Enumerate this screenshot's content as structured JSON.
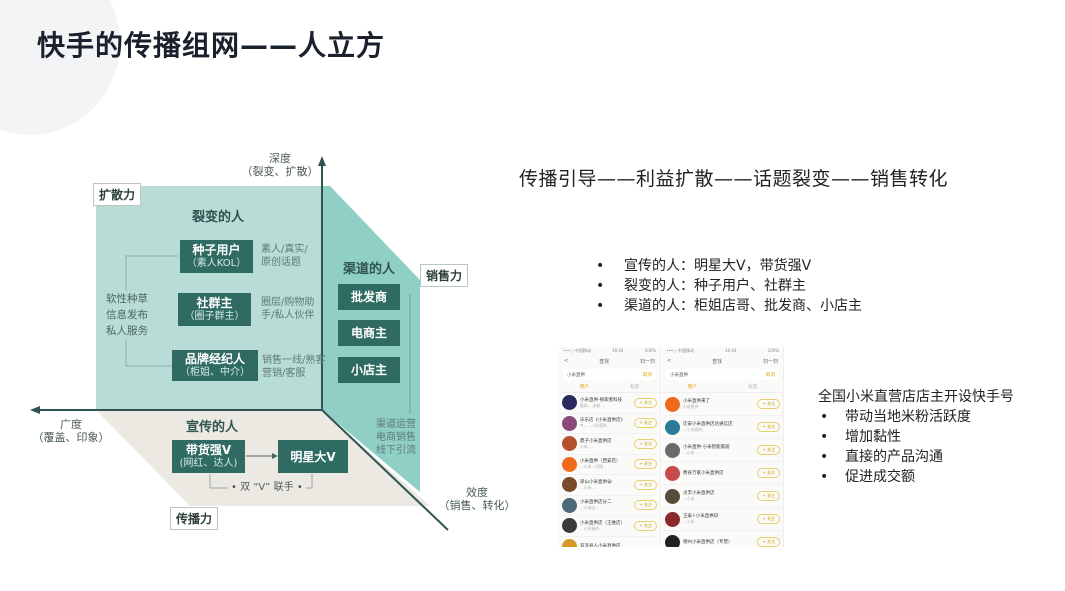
{
  "page": {
    "title": "快手的传播组网——人立方"
  },
  "diagram": {
    "axes": {
      "depth": {
        "name": "深度",
        "sub": "（裂变、扩散）"
      },
      "breadth": {
        "name": "广度",
        "sub": "（覆盖、印象）"
      },
      "efficiency": {
        "name": "效度",
        "sub": "（销售、转化）"
      }
    },
    "tags": {
      "diffusion": "扩散力",
      "sales": "销售力",
      "spread": "传播力"
    },
    "fission": {
      "title": "裂变的人",
      "side_note": [
        "软性种草",
        "信息发布",
        "私人服务"
      ],
      "boxes": [
        {
          "name": "种子用户",
          "sub": "（素人KOL）",
          "note": [
            "素人/真实/",
            "原创话题"
          ]
        },
        {
          "name": "社群主",
          "sub": "（圈子群主）",
          "note": [
            "圈层/购物助",
            "手/私人伙伴"
          ]
        },
        {
          "name": "品牌经纪人",
          "sub": "（柜姐、中介）",
          "note": [
            "销售一线/熟客",
            "营销/客服"
          ]
        }
      ]
    },
    "channel": {
      "title": "渠道的人",
      "boxes": [
        "批发商",
        "电商主",
        "小店主"
      ],
      "note": [
        "渠道运营",
        "电商销售",
        "线下引流"
      ]
    },
    "promotion": {
      "title": "宣传的人",
      "boxes": [
        {
          "name": "带货强V",
          "sub": "(网红、达人)"
        },
        {
          "name": "明星大V",
          "sub": ""
        }
      ],
      "link_label": "• 双 “V” 联手 •"
    },
    "colors": {
      "panel_back": "#b7ddd6",
      "panel_right": "#8fcfc5",
      "panel_floor": "#ece9e2",
      "box": "#2f6b63",
      "axis": "#2f5451"
    }
  },
  "flow": {
    "text": "传播引导——利益扩散——话题裂变——销售转化"
  },
  "roles_list": [
    {
      "bullet": "•",
      "text": "宣传的人：明星大V，带货强V"
    },
    {
      "bullet": "•",
      "text": "裂变的人：种子用户、社群主"
    },
    {
      "bullet": "•",
      "text": "渠道的人：柜姐店哥、批发商、小店主"
    }
  ],
  "xiaomi": {
    "heading": "全国小米直营店店主开设快手号",
    "points": [
      {
        "bullet": "•",
        "text": "带动当地米粉活跃度"
      },
      {
        "bullet": "•",
        "text": "增加黏性"
      },
      {
        "bullet": "•",
        "text": "直接的产品沟通"
      },
      {
        "bullet": "•",
        "text": "促进成交额"
      }
    ]
  },
  "phones": [
    {
      "status_left": "•••○ 中国移动 ",
      "status_mid": "16:44",
      "status_right": "100%",
      "nav_back": "<",
      "nav_title": "查找",
      "nav_right": "扫一扫",
      "search_value": "小米直供",
      "search_button": "取消",
      "tabs": [
        "用户",
        "标签"
      ],
      "follow_label": "+ 关注",
      "rows": [
        {
          "name": "小米直供-探索者科技",
          "desc": "喜欢… 米粉…",
          "color": "#2a2a5e"
        },
        {
          "name": "乐乐店《小米直供店》",
          "desc": "专，…小米直供…",
          "color": "#8a4a7a"
        },
        {
          "name": "鼎子小米直供店",
          "desc": "小米 …",
          "color": "#b3512a"
        },
        {
          "name": "小米直供（西安店）",
          "desc": "…小米…代理…",
          "color": "#f06a1b"
        },
        {
          "name": "梁山小米直供😀",
          "desc": "…小米…",
          "color": "#7a4a2a"
        },
        {
          "name": "小米直供店分二",
          "desc": "…小米店…",
          "color": "#4a6a7a"
        },
        {
          "name": "小米直供店（王维店）",
          "desc": "…小米直供…",
          "color": "#3a3a3a"
        },
        {
          "name": "双流县人小米直供店",
          "desc": "",
          "color": "#d79a2a"
        }
      ]
    },
    {
      "status_left": "•••○ 中国移动 ",
      "status_mid": "16:44",
      "status_right": "100%",
      "nav_back": "<",
      "nav_title": "查找",
      "nav_right": "扫一扫",
      "search_value": "小米直供",
      "search_button": "取消",
      "tabs": [
        "用户",
        "标签"
      ],
      "follow_label": "+ 关注",
      "rows": [
        {
          "name": "小米直供来了",
          "desc": "小米直供",
          "color": "#f06a1b"
        },
        {
          "name": "迁安小米直供店达通信店",
          "desc": "…小米直供…",
          "color": "#2a7a9a"
        },
        {
          "name": "小米直供-小米智能家居",
          "desc": "…小米…",
          "color": "#6a6a6a"
        },
        {
          "name": "费县万家小米直供店",
          "desc": "",
          "color": "#c84a4a"
        },
        {
          "name": "贞丰小米直供店",
          "desc": "…小米…",
          "color": "#5a4a3a"
        },
        {
          "name": "王泰✌小米直供🐱",
          "desc": "…小米…",
          "color": "#8a2a2a"
        },
        {
          "name": "德州小米直供店（专营）",
          "desc": "",
          "color": "#222222"
        }
      ]
    }
  ]
}
